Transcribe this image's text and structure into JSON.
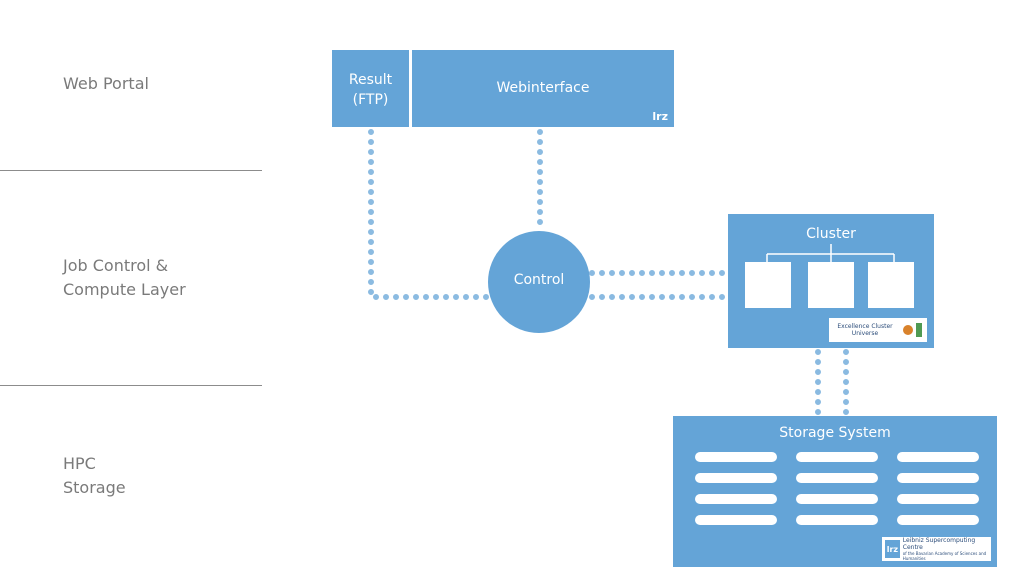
{
  "layers": [
    {
      "name": "Web Portal"
    },
    {
      "name": "Job Control &\nCompute Layer"
    },
    {
      "name": "HPC\nStorage"
    }
  ],
  "web_portal": {
    "result_box": "Result\n(FTP)",
    "webinterface_box": "Webinterface",
    "logo_text": "lrz"
  },
  "control": {
    "label": "Control"
  },
  "cluster": {
    "title": "Cluster",
    "node_count": 3,
    "badge_text": "Excellence Cluster Universe"
  },
  "storage": {
    "title": "Storage System",
    "rows": 4,
    "columns": 3,
    "logo_text": "lrz",
    "badge_title": "Leibniz Supercomputing Centre",
    "badge_subtitle": "of the Bavarian Academy of Sciences and Humanities"
  },
  "colors": {
    "box_fill": "#64a4d7",
    "wire_dot": "#64a4d7",
    "label_text": "#7a7a7a",
    "divider": "#8c8c8c"
  }
}
